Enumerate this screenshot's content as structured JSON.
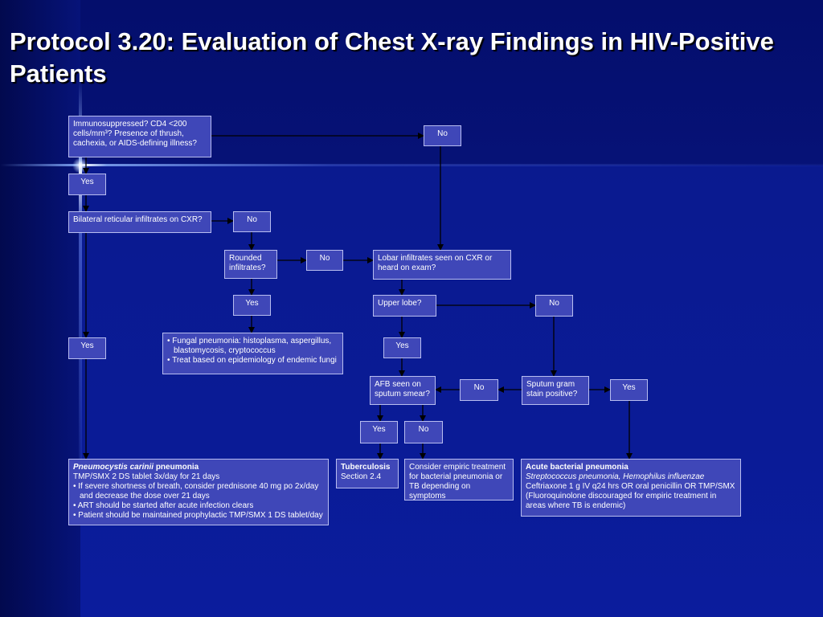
{
  "title": "Protocol 3.20: Evaluation of Chest X-ray Findings in HIV-Positive Patients",
  "nodes": {
    "q_immuno": "Immunosuppressed? CD4 <200 cells/mm³? Presence of thrush, cachexia, or AIDS-defining illness?",
    "q_immuno_no": "No",
    "q_immuno_yes": "Yes",
    "q_bilateral": "Bilateral reticular infiltrates on CXR?",
    "q_bilateral_no": "No",
    "q_bilateral_yes": "Yes",
    "q_rounded": "Rounded infiltrates?",
    "q_rounded_no": "No",
    "q_rounded_yes": "Yes",
    "fungal": [
      "Fungal pneumonia: histoplasma, aspergillus, blastomycosis, cryptococcus",
      "Treat based on epidemiology of endemic fungi"
    ],
    "q_lobar": "Lobar infiltrates seen on CXR or heard on exam?",
    "q_upper": "Upper lobe?",
    "q_upper_yes": "Yes",
    "q_upper_no": "No",
    "q_afb": "AFB seen on sputum smear?",
    "q_afb_yes": "Yes",
    "q_afb_no_lower": "No",
    "q_sputum": "Sputum gram stain positive?",
    "q_sputum_no": "No",
    "q_sputum_yes": "Yes",
    "pcp": {
      "title_italic": "Pneumocystis carinii",
      "title_rest": " pneumonia",
      "line1": "TMP/SMX 2 DS tablet 3x/day for 21 days",
      "bullets": [
        "If severe shortness of breath, consider prednisone 40 mg po 2x/day and decrease the dose over 21 days",
        "ART should be started after acute infection clears",
        "Patient should be maintained prophylactic TMP/SMX 1 DS tablet/day"
      ]
    },
    "tb": {
      "title": "Tuberculosis",
      "ref": "Section 2.4"
    },
    "empiric": "Consider empiric treatment for bacterial pneumonia or TB depending on symptoms",
    "bact": {
      "title": "Acute bacterial pneumonia",
      "organisms": "Streptococcus pneumonia, Hemophilus influenzae",
      "treatment": "Ceftriaxone 1 g IV q24 hrs OR oral penicillin OR TMP/SMX (Fluoroquinolone discouraged for empiric treatment in areas where TB is endemic)"
    }
  }
}
